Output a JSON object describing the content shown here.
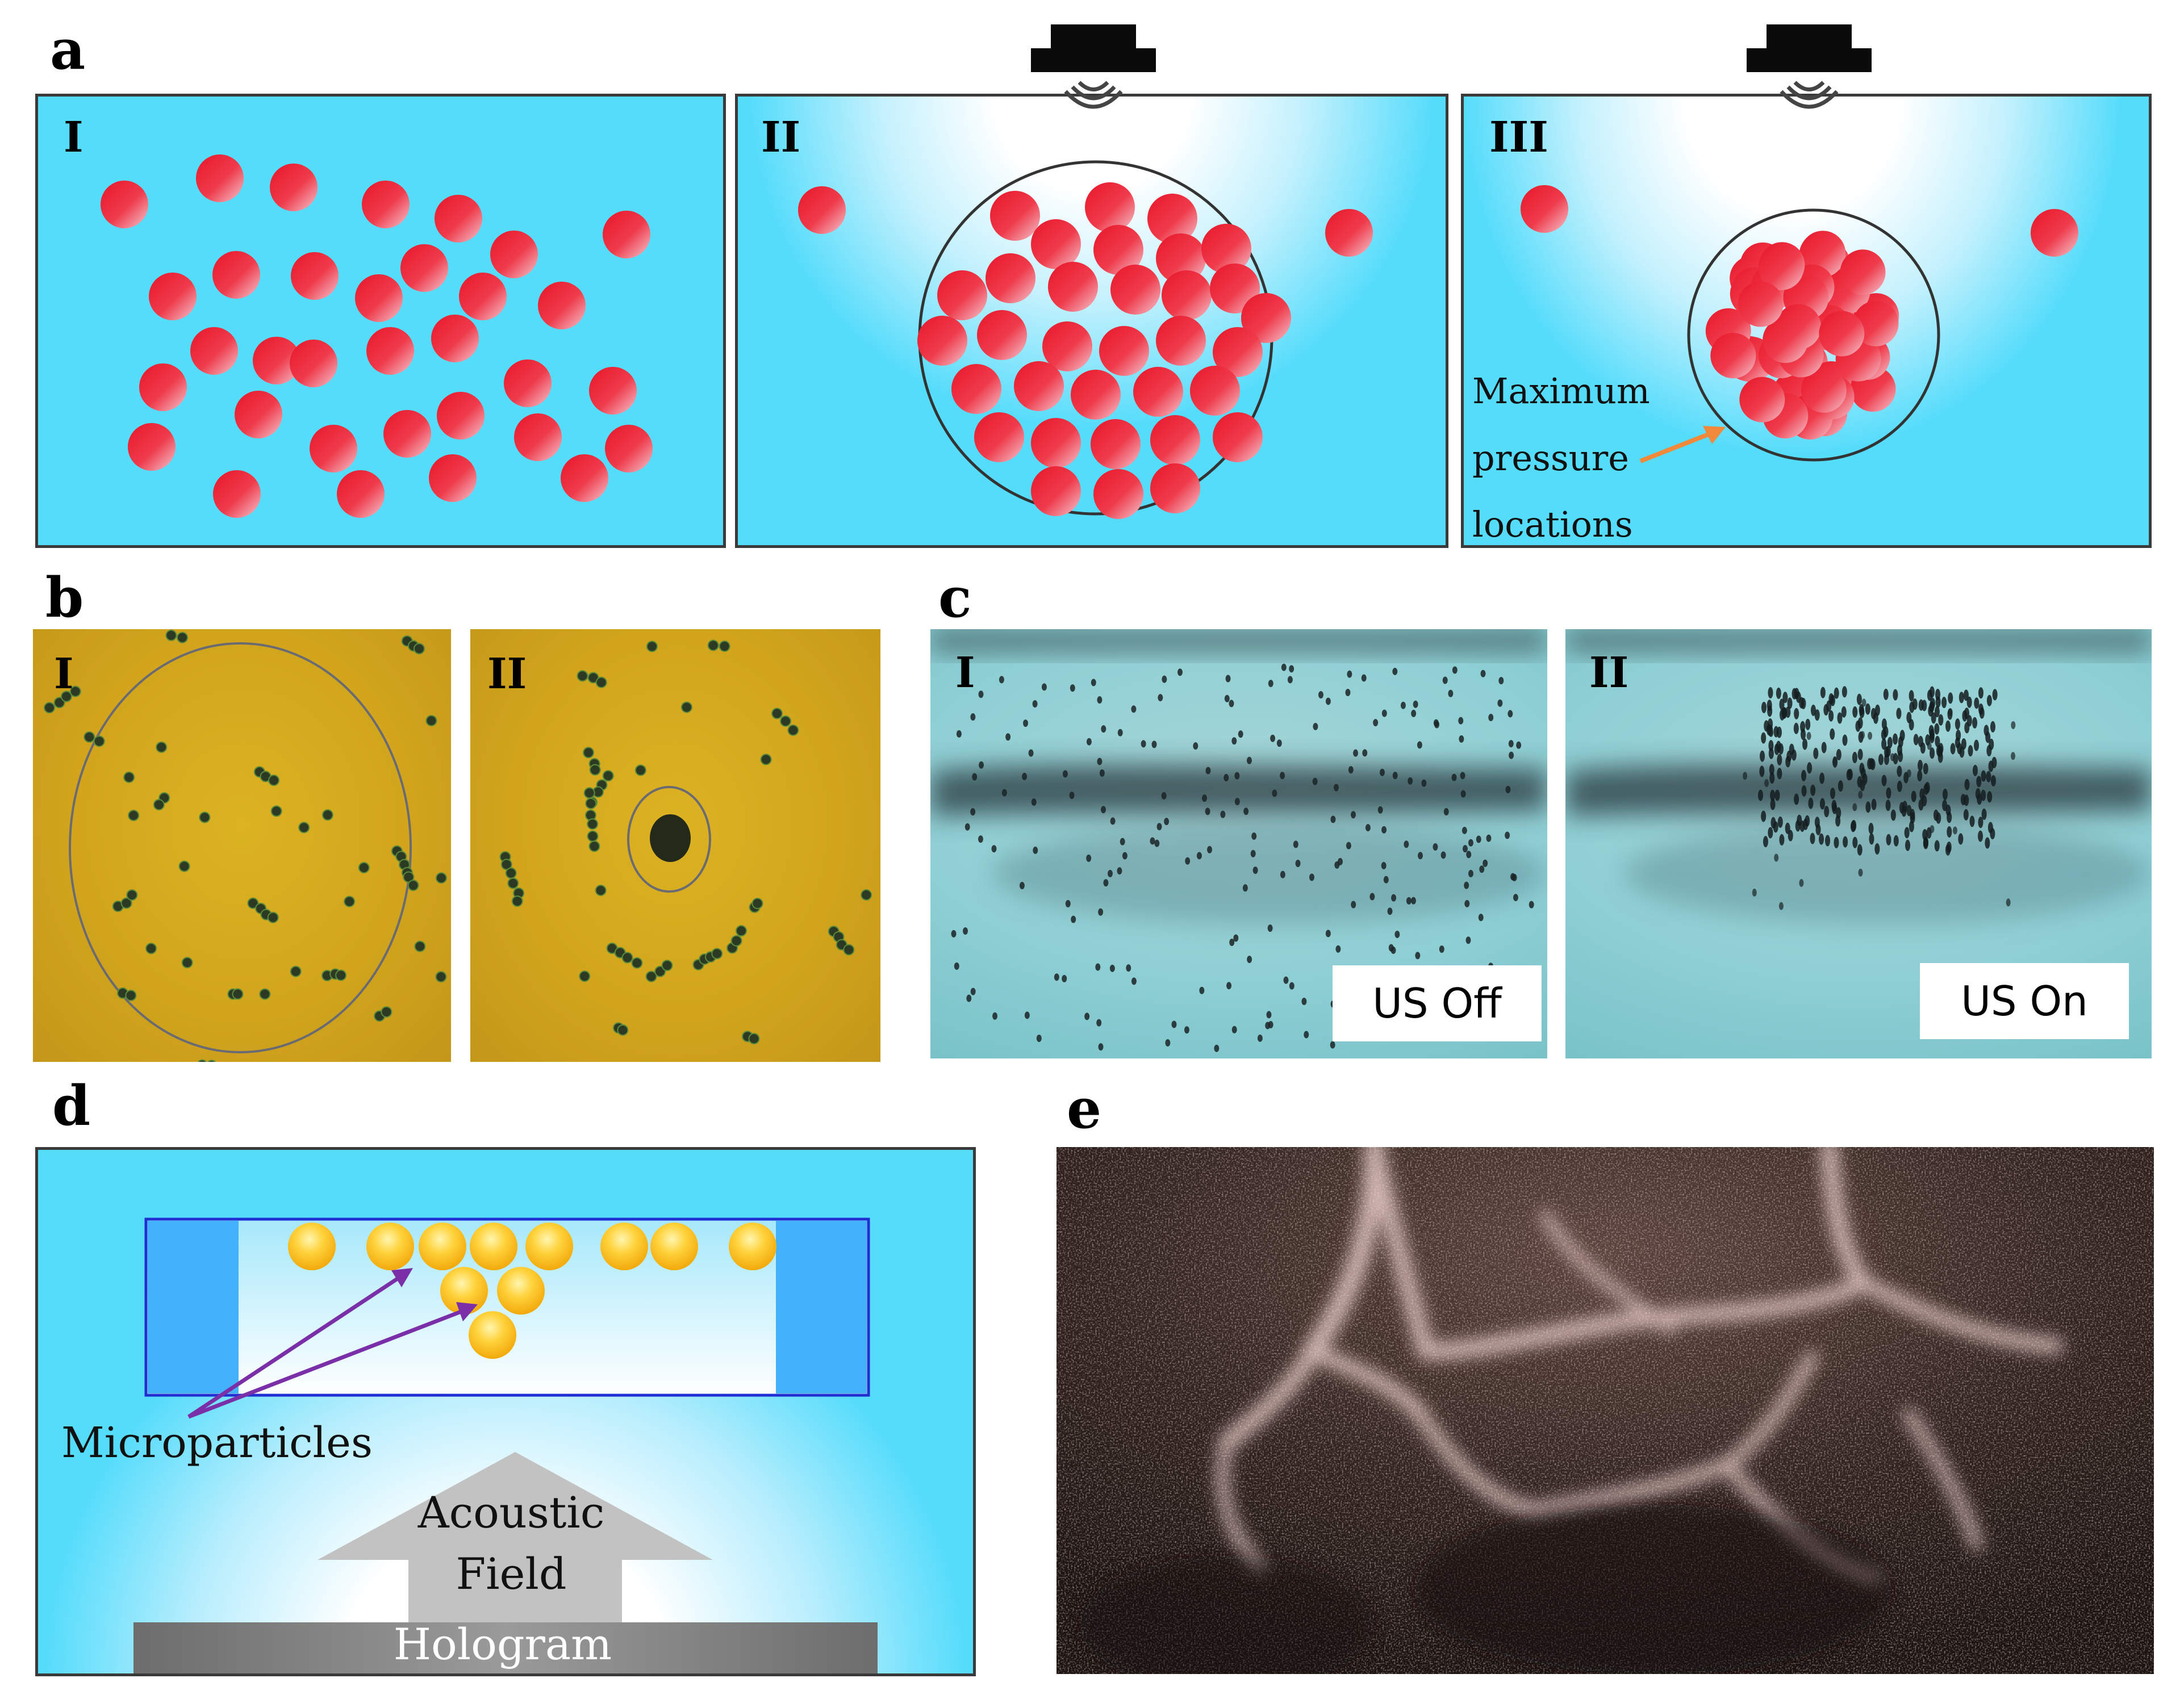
{
  "panel_a": {
    "letter": "a",
    "sub_i": "I",
    "sub_ii": "II",
    "sub_iii": "III",
    "annotation_line1": "Maximum",
    "annotation_line2": "pressure",
    "annotation_line3": "locations",
    "particle_color": "#ec1c2e",
    "fluid_color": "#55dcfb",
    "arrow_color": "#f0893a"
  },
  "panel_b": {
    "letter": "b",
    "sub_i": "I",
    "sub_ii": "II",
    "background_color": "#d2a51c"
  },
  "panel_c": {
    "letter": "c",
    "sub_i": "I",
    "sub_ii": "II",
    "label_i": "US Off",
    "label_ii": "US On"
  },
  "panel_d": {
    "letter": "d",
    "microparticles_label": "Microparticles",
    "field_label_line1": "Acoustic",
    "field_label_line2": "Field",
    "hologram_label": "Hologram",
    "particle_color": "#ffd23c",
    "arrow_color": "#7a2fa8"
  },
  "panel_e": {
    "letter": "e"
  }
}
